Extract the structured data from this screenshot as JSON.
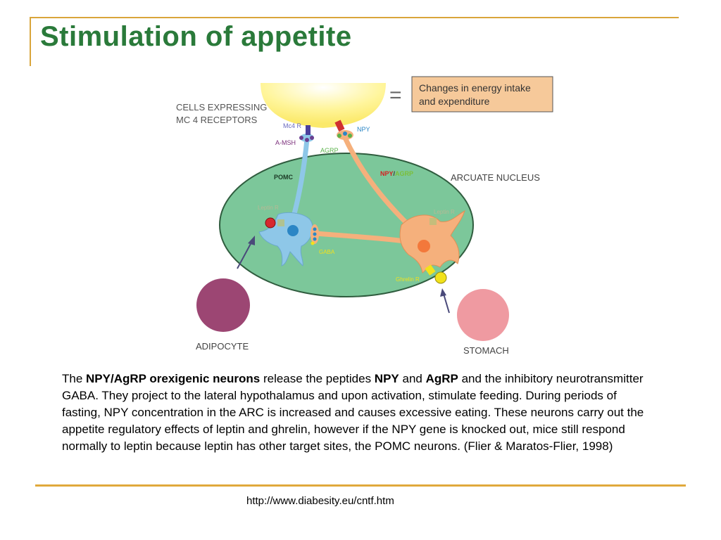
{
  "title": "Stimulation of appetite",
  "diagram": {
    "cells_label_line1": "CELLS EXPRESSING",
    "cells_label_line2": "MC 4 RECEPTORS",
    "equals": "=",
    "box_line1": "Changes in energy intake",
    "box_line2": "and expenditure",
    "mc4r": "Mc4 R",
    "amsh": "A-MSH",
    "npy_top": "NPY",
    "agrp_top": "AGRP",
    "pomc": "POMC",
    "npy_agrp_npy": "NPY",
    "npy_agrp_slash": "/",
    "npy_agrp_agrp": "AGRP",
    "arcuate": "ARCUATE NUCLEUS",
    "leptin_r_left": "Leptin R",
    "leptin_r_right": "Leptin R",
    "gaba": "GABA",
    "ghrelin_r": "Ghrelin R",
    "adipocyte": "ADIPOCYTE",
    "stomach": "STOMACH",
    "colors": {
      "ellipse": "#7cc79a",
      "pomc_neuron": "#8ec7e8",
      "npy_neuron": "#f5b07c",
      "box_fill": "#f6c99a",
      "adipocyte": "#9c4673",
      "stomach": "#ef9aa1"
    }
  },
  "paragraph": {
    "t1": "The ",
    "b1": "NPY/AgRP orexigenic neurons",
    "t2": " release the peptides ",
    "b2": "NPY",
    "t3": " and ",
    "b3": "AgRP",
    "t4": " and the inhibitory neurotransmitter GABA.  They project to the lateral hypothalamus and upon activation, stimulate feeding.  During periods of fasting, NPY concentration in the ARC is increased and causes excessive eating.  These neurons carry out the appetite regulatory effects of leptin and ghrelin, however if the NPY gene is knocked out, mice still respond normally to leptin because leptin has other target sites, the POMC neurons. (Flier & Maratos-Flier, 1998)"
  },
  "source": "http://www.diabesity.eu/cntf.htm"
}
